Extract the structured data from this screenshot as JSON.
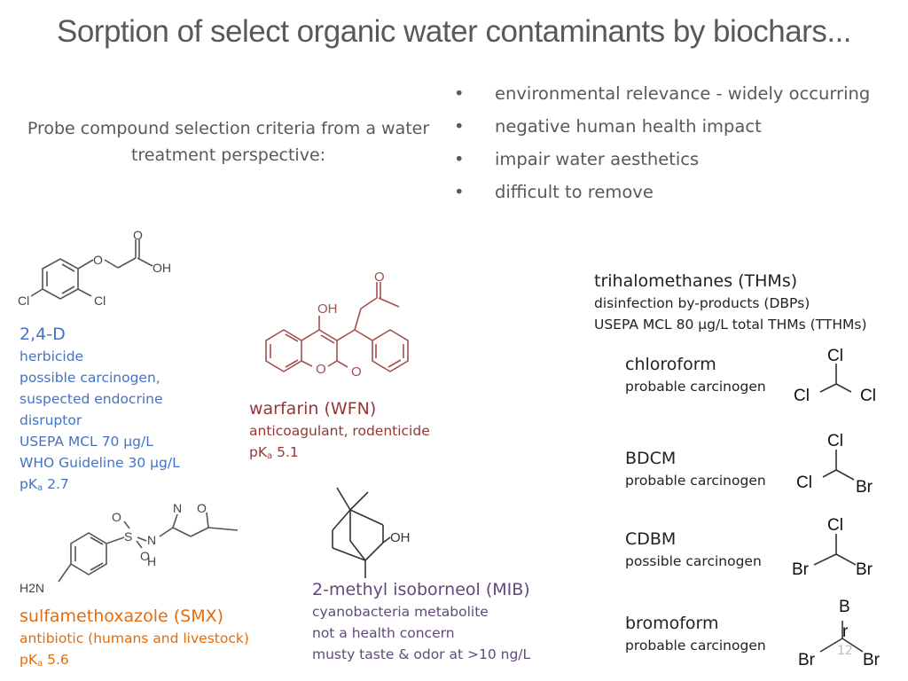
{
  "title": "Sorption of select organic water contaminants by biochars...",
  "probe_text": "Probe compound selection criteria from a water treatment perspective:",
  "bullets": [
    "environmental relevance - widely occurring",
    "negative human health impact",
    "impair water aesthetics",
    "difficult to remove"
  ],
  "bullet_symbol": "•",
  "compounds": {
    "d24": {
      "name": "2,4-D",
      "lines": [
        "herbicide",
        "possible carcinogen,",
        "suspected endocrine",
        "disruptor",
        "USEPA MCL 70 µg/L",
        "WHO Guideline 30 µg/L"
      ],
      "pka_prefix": "pK",
      "pka_sub": "a",
      "pka_value": " 2.7",
      "atoms": {
        "o1": "O",
        "o2": "O",
        "oh": "OH",
        "cl1": "Cl",
        "cl2": "Cl"
      },
      "color": "#4472c4"
    },
    "warfarin": {
      "name": "warfarin (WFN)",
      "lines": [
        "anticoagulant, rodenticide"
      ],
      "pka_prefix": "pK",
      "pka_sub": "a",
      "pka_value": " 5.1",
      "atoms": {
        "oh": "OH",
        "o_ring": "O",
        "o_keto": "O",
        "o_top": "O"
      },
      "color": "#953735"
    },
    "smx": {
      "name": "sulfamethoxazole (SMX)",
      "lines": [
        "antibiotic (humans and livestock)"
      ],
      "pka_prefix": "pK",
      "pka_sub": "a",
      "pka_value": " 5.6",
      "atoms": {
        "h2n": "H2N",
        "s": "S",
        "o1": "O",
        "o2": "O",
        "n": "N",
        "h": "H",
        "n2": "N",
        "o3": "O"
      },
      "color": "#e46c0a"
    },
    "mib": {
      "name": "2-methyl isoborneol (MIB)",
      "lines": [
        "cyanobacteria metabolite",
        "not a health concern",
        "musty taste & odor at >10 ng/L"
      ],
      "atoms": {
        "oh": "OH"
      },
      "color": "#604a7b"
    }
  },
  "thms": {
    "heading": "trihalomethanes (THMs)",
    "lines": [
      "disinfection by-products (DBPs)",
      "USEPA MCL 80 µg/L total THMs (TTHMs)"
    ],
    "items": [
      {
        "name": "chloroform",
        "desc": "probable carcinogen",
        "top": "Cl",
        "left": "Cl",
        "right": "Cl"
      },
      {
        "name": "BDCM",
        "desc": "probable carcinogen",
        "top": "Cl",
        "left": "Cl",
        "right": "Br"
      },
      {
        "name": "CDBM",
        "desc": "possible carcinogen",
        "top": "Cl",
        "left": "Br",
        "right": "Br"
      },
      {
        "name": "bromoform",
        "desc": "probable carcinogen",
        "top": "B",
        "top2": "r",
        "left": "Br",
        "right": "Br"
      }
    ]
  },
  "page_number": "12"
}
